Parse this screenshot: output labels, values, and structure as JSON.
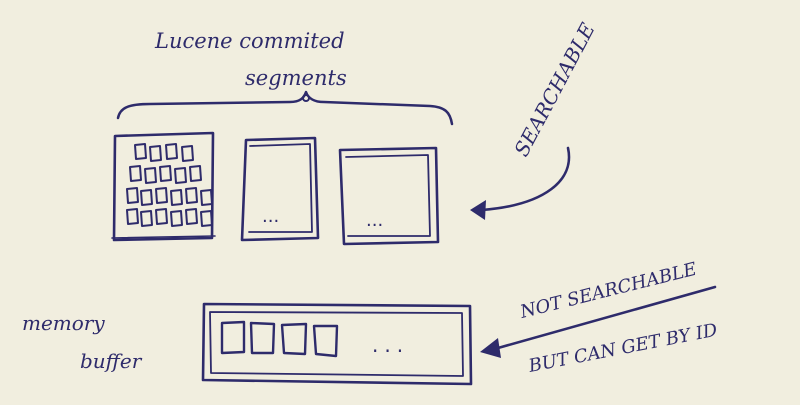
{
  "colors": {
    "paper": "#f1eedf",
    "ink": "#2e2b6b"
  },
  "labels": {
    "segments_line1": "Lucene commited",
    "segments_line2": "segments",
    "searchable": "SEARCHABLE",
    "not_searchable": "NOT SEARCHABLE",
    "but_can_get": "BUT CAN GET BY ID",
    "memory_line1": "memory",
    "memory_line2": "buffer",
    "dots": "..."
  },
  "icons": {
    "segment_arrow": "arrow-left-icon",
    "buffer_arrow": "arrow-left-icon"
  }
}
